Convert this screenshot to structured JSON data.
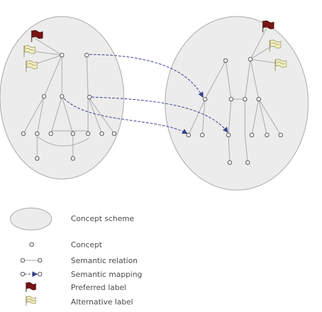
{
  "colors": {
    "scheme_fill": "#ececec",
    "scheme_stroke": "#a8a8a8",
    "relation_line": "#a9a9a9",
    "concept_stroke": "#555555",
    "mapping": "#39428a",
    "preferred_label": "#7a1414",
    "alternative_label": "#f2efbe",
    "alternative_label_stroke": "#9c9468"
  },
  "icons": {
    "concept": "concept-node-icon",
    "preferred_label": "red-flag-icon",
    "alternative_label": "wavy-flag-icon"
  },
  "legend": {
    "concept_scheme": "Concept scheme",
    "concept": "Concept",
    "semantic_relation": "Semantic relation",
    "semantic_mapping": "Semantic mapping",
    "preferred_label": "Preferred label",
    "alternative_label": "Alternative label"
  }
}
